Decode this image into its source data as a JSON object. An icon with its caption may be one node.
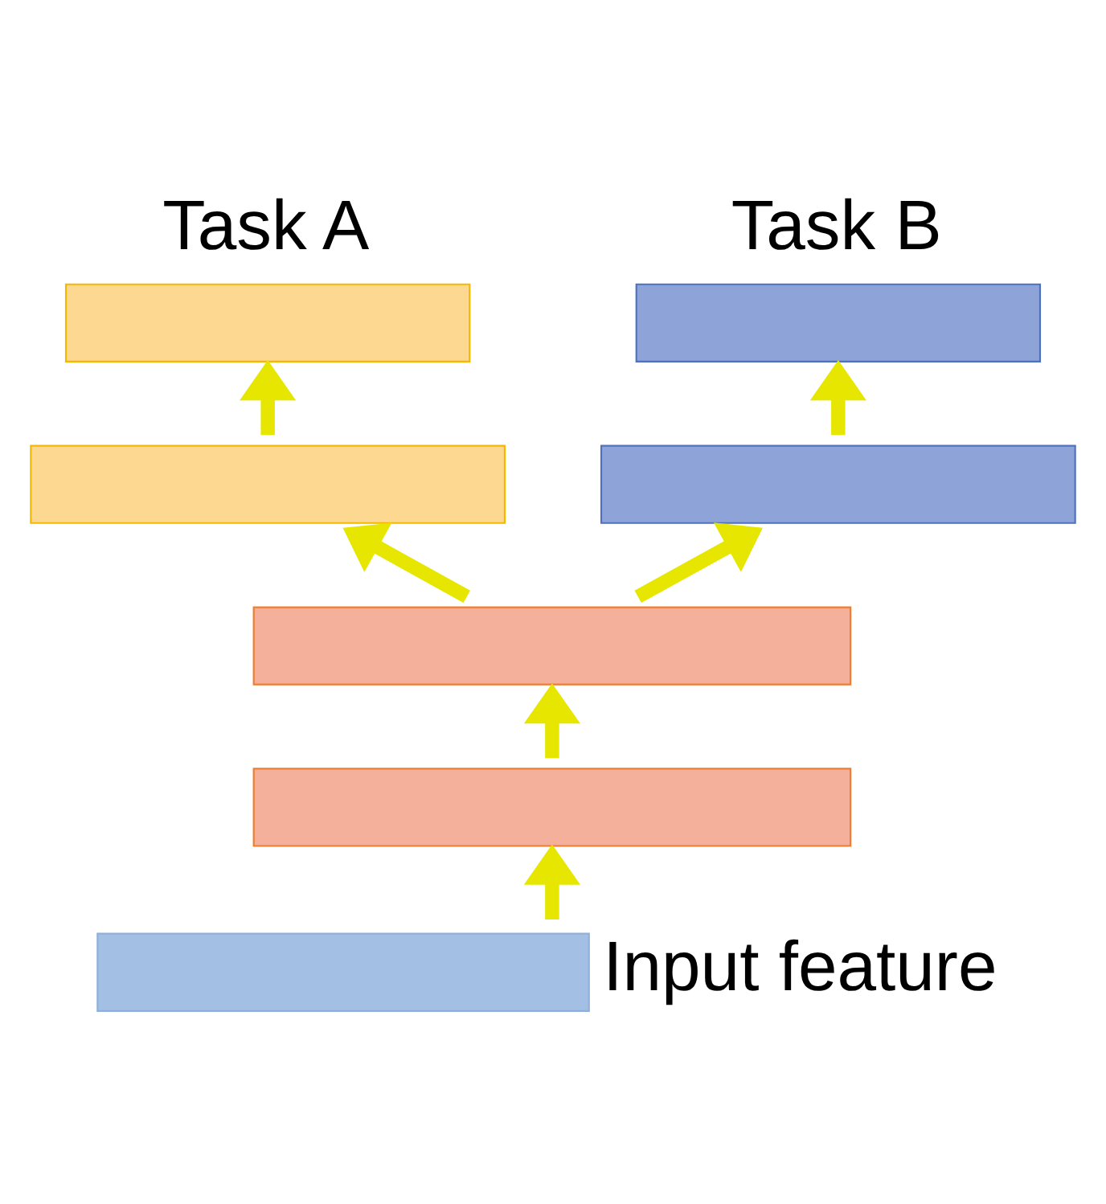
{
  "diagram": {
    "nodes": [
      {
        "text": [
          "Task A"
        ]
      },
      {
        "text": [],
        "shape": "bar"
      },
      {
        "text": [
          "Task B"
        ]
      },
      {
        "text": [],
        "shape": "bar"
      },
      {
        "text": [],
        "shape": "bar"
      },
      {
        "text": [],
        "shape": "bar"
      },
      {
        "text": [],
        "shape": "bar",
        "beside": [
          "Input feature"
        ]
      }
    ],
    "edges": [
      {
        "from": 6,
        "to": 5,
        "arrow": "to"
      },
      {
        "from": 5,
        "to": 4,
        "arrow": "to"
      },
      {
        "from": 4,
        "to": 1,
        "arrow": "to"
      },
      {
        "from": 4,
        "to": 3,
        "arrow": "to"
      },
      {
        "from": 1,
        "to": 0,
        "arrow": "to"
      },
      {
        "from": 3,
        "to": 2,
        "arrow": "to"
      }
    ]
  }
}
